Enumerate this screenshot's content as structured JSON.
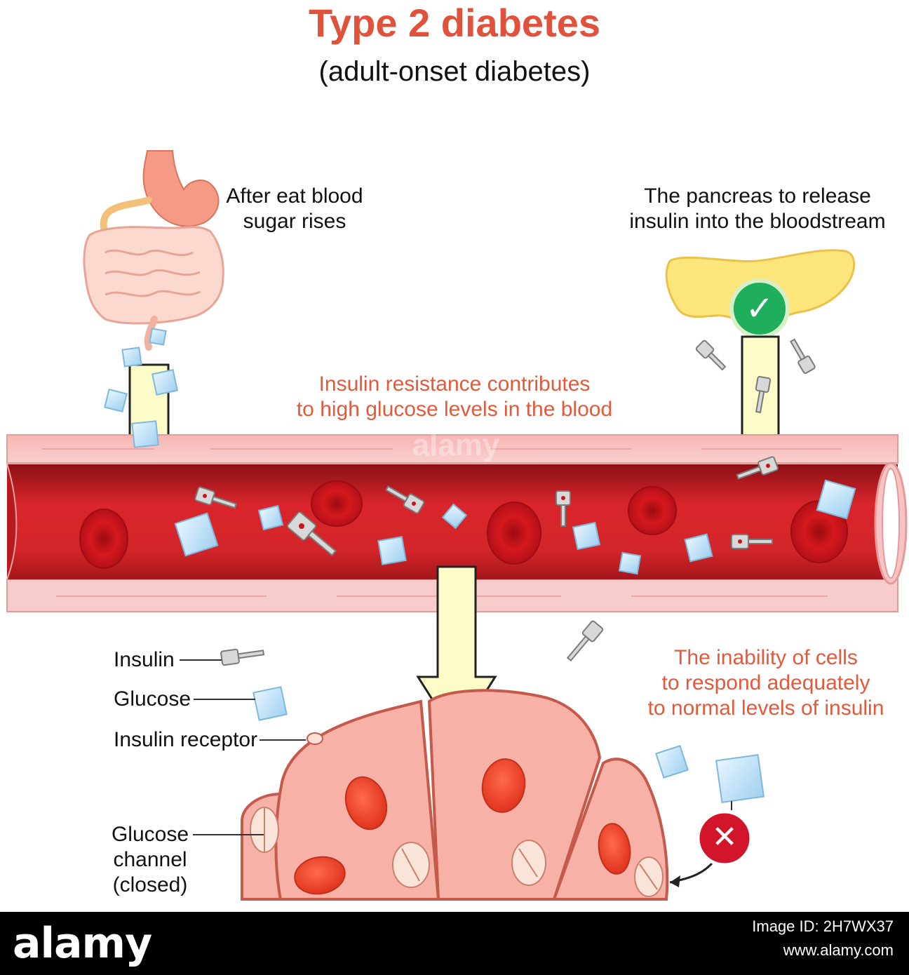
{
  "header": {
    "title": "Type 2 diabetes",
    "subtitle": "(adult-onset diabetes)"
  },
  "annotations": {
    "after_eat": [
      "After eat blood",
      "sugar rises"
    ],
    "pancreas": [
      "The pancreas to release",
      "insulin into the bloodstream"
    ],
    "resistance": [
      "Insulin resistance contributes",
      "to high glucose levels in the blood"
    ],
    "inability": [
      "The inability of cells",
      "to respond adequately",
      "to normal levels of insulin"
    ]
  },
  "legend": {
    "insulin": "Insulin",
    "glucose": "Glucose",
    "receptor": "Insulin receptor",
    "channel": [
      "Glucose",
      "channel",
      "(closed)"
    ]
  },
  "watermark": "alamy",
  "footer": {
    "brand": "alamy",
    "image_id": "Image ID: 2H7WX37",
    "url": "www.alamy.com"
  },
  "icons": {
    "check": "✓",
    "cross": "✕"
  },
  "colors": {
    "title": "#e0523b",
    "accent_text": "#e25a3c",
    "vessel_outer": "#f7c3c3",
    "blood": "#c9161d",
    "arrow_fill": "#fcfcc8",
    "cell": "#f7b1a7",
    "pancreas": "#fce57a"
  }
}
